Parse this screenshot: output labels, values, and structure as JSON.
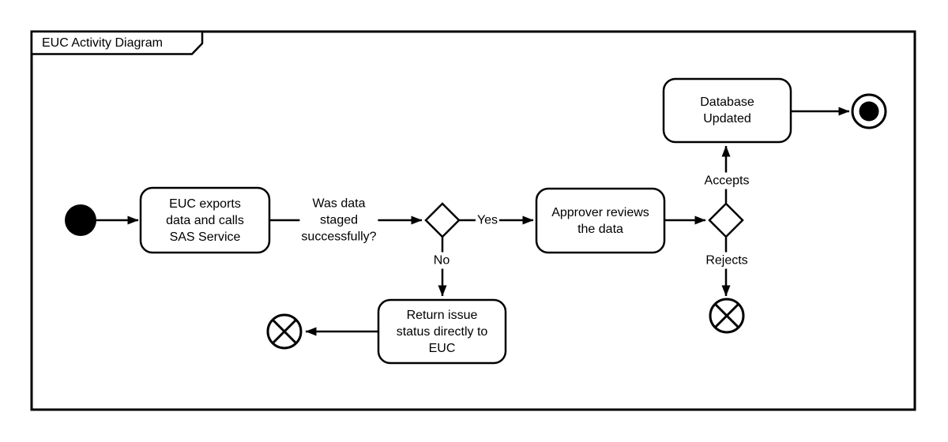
{
  "diagram": {
    "title": "EUC Activity Diagram",
    "colors": {
      "stroke": "#000000",
      "background": "#ffffff"
    },
    "nodes": {
      "start": {
        "type": "start-event"
      },
      "task_export": {
        "label": "EUC exports\ndata and calls\nSAS Service"
      },
      "gateway_staged": {
        "type": "decision-gateway"
      },
      "task_review": {
        "label": "Approver reviews\nthe data"
      },
      "gateway_approval": {
        "type": "decision-gateway"
      },
      "task_db_updated": {
        "label": "Database\nUpdated"
      },
      "task_return_issue": {
        "label": "Return issue\nstatus directly to\nEUC"
      },
      "end_final": {
        "type": "terminate-end-event"
      },
      "end_cancel_left": {
        "type": "cancel-end-event"
      },
      "end_cancel_right": {
        "type": "cancel-end-event"
      }
    },
    "edge_labels": {
      "question": "Was data\nstaged\nsuccessfully?",
      "yes": "Yes",
      "no": "No",
      "accepts": "Accepts",
      "rejects": "Rejects"
    }
  }
}
